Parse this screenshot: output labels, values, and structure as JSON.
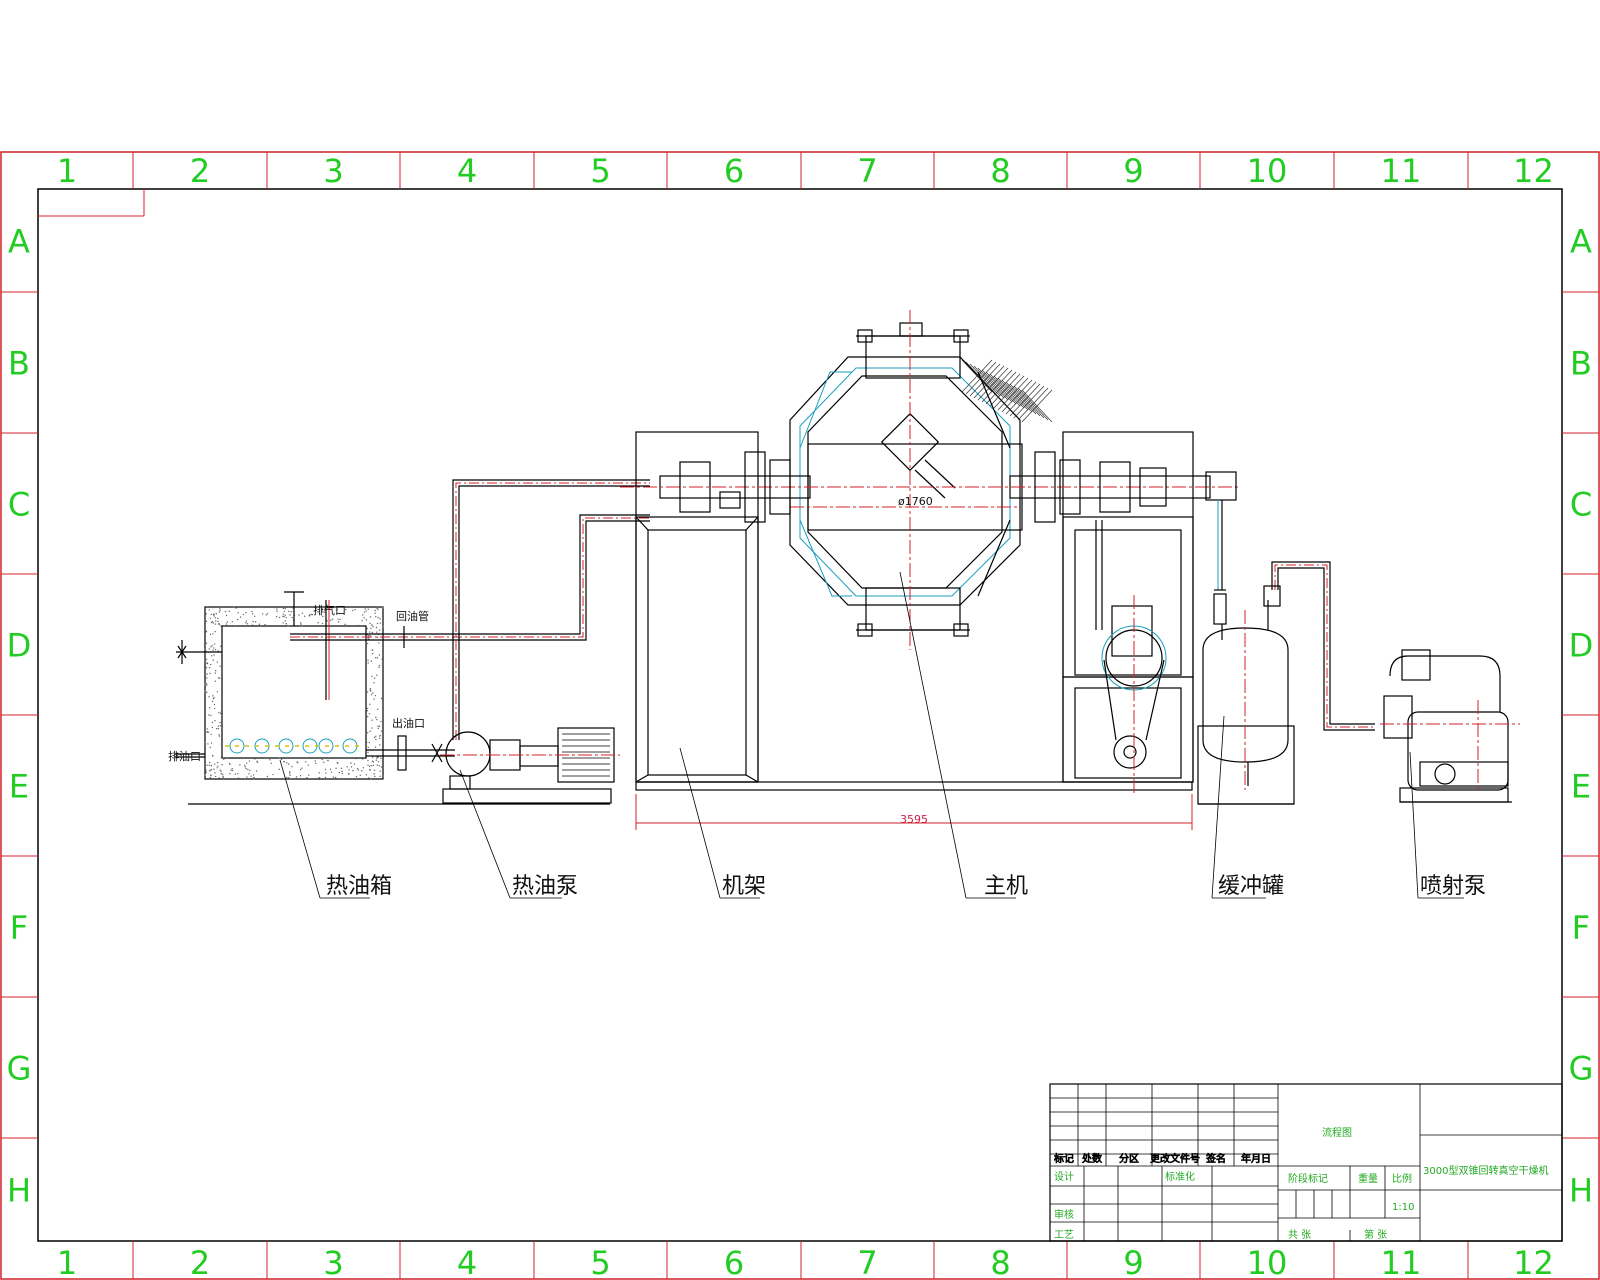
{
  "sheet": {
    "column_numbers": [
      "1",
      "2",
      "3",
      "4",
      "5",
      "6",
      "7",
      "8",
      "9",
      "10",
      "11",
      "12"
    ],
    "row_letters": [
      "A",
      "B",
      "C",
      "D",
      "E",
      "F",
      "G",
      "H"
    ]
  },
  "labels": {
    "hot_oil_tank": "热油箱",
    "hot_oil_pump": "热油泵",
    "frame": "机架",
    "main_machine": "主机",
    "buffer_tank": "缓冲罐",
    "jet_pump": "喷射泵",
    "return_oil_pipe": "回油管",
    "oil_outlet": "出油口"
  },
  "dimensions": {
    "diameter": "ø1760",
    "length": "3595"
  },
  "title_block": {
    "drawing_type": "流程图",
    "product_name": "3000型双锥回转真空干燥机",
    "scale_label": "比例",
    "scale_value": "1:10",
    "stage_mark_label": "阶段标记",
    "weight_label": "重量",
    "design_label": "设计",
    "approve_label": "审核",
    "process_label": "工艺",
    "std_label": "标准化",
    "sheets_total_label": "共 张",
    "sheet_no_label": "第 张",
    "rev_headers": [
      "标记",
      "处数",
      "分区",
      "更改文件号",
      "签名",
      "年月日"
    ]
  },
  "colors": {
    "border": "#d0202a",
    "zone_text": "#22cc22",
    "linework": "#000000",
    "centerline": "#d0202a",
    "insulation": "#1aa0c0"
  }
}
